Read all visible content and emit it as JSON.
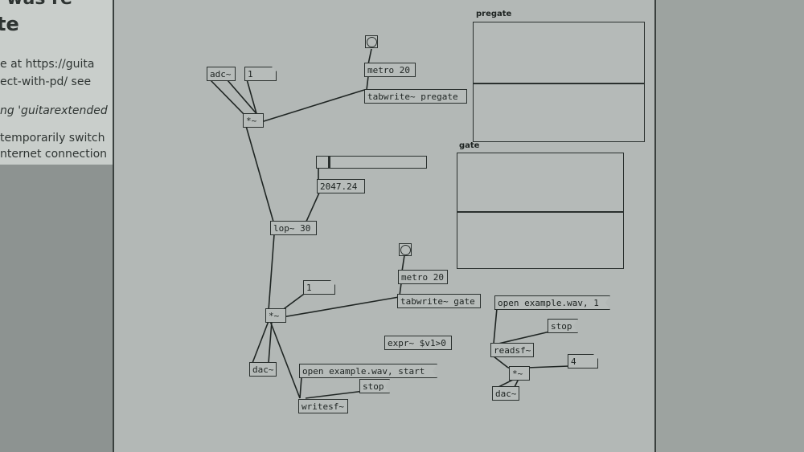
{
  "background_page": {
    "title_fragment": "te",
    "top_fragment": "t was re",
    "lines": [
      "e at https://guita",
      "ect-with-pd/ see",
      "ng 'guitarextended",
      "temporarily switch",
      "nternet connection"
    ]
  },
  "patch": {
    "objects": {
      "adc": "adc~",
      "mult1": "*~",
      "mult2": "*~",
      "mult3": "*~",
      "metro1": "metro 20",
      "metro2": "metro 20",
      "tabwrite_pregate": "tabwrite~ pregate",
      "tabwrite_gate": "tabwrite~ gate",
      "lop": "lop~ 30",
      "expr": "expr~ $v1>0",
      "dac1": "dac~",
      "dac2": "dac~",
      "writesf": "writesf~",
      "readsf": "readsf~"
    },
    "messages": {
      "open_start": "open example.wav, start",
      "stop1": "stop",
      "open_1": "open example.wav, 1",
      "stop2": "stop"
    },
    "numbers": {
      "num_top": "1",
      "num_mid": "1",
      "num_4": "4",
      "num_2047": "2047.24"
    },
    "slider_value": 0.1,
    "arrays": {
      "pregate_label": "pregate",
      "gate_label": "gate"
    }
  }
}
